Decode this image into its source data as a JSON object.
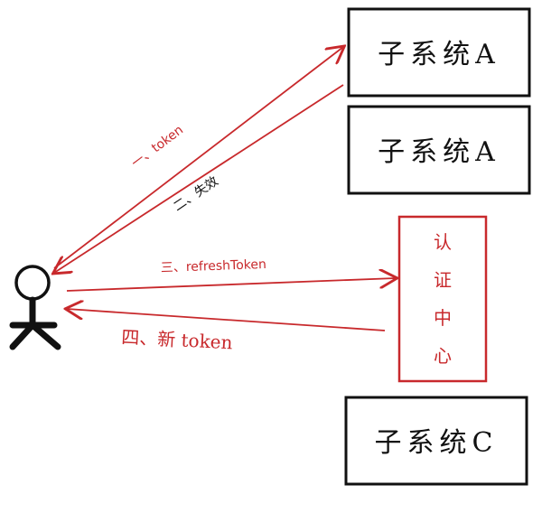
{
  "colors": {
    "ink": "#111111",
    "accent": "#c8292c"
  },
  "nodes": {
    "subsystem_top": "子系统A",
    "subsystem_mid": "子系统A",
    "subsystem_bottom": "子系统C",
    "auth_center": [
      "认",
      "证",
      "中",
      "心"
    ]
  },
  "edges": {
    "step1": "一、token",
    "step2": "二、失效",
    "step3": "三、refreshToken",
    "step4": "四、新 token"
  },
  "icons": {
    "user": "stick-figure-icon"
  }
}
